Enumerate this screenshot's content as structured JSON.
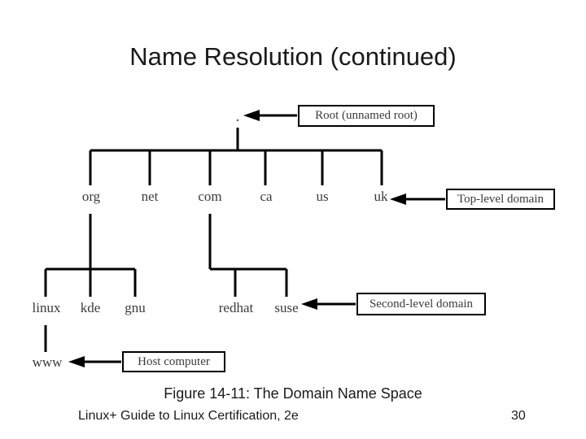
{
  "slide": {
    "title": "Name Resolution (continued)",
    "background_color": "#ffffff",
    "text_color": "#1a1a1a",
    "line_color": "#000000"
  },
  "diagram": {
    "type": "tree",
    "name": "domain-name-space-tree",
    "root": {
      "label": ".",
      "callout": "Root (unnamed root)"
    },
    "top_level": {
      "callout": "Top-level domain",
      "nodes": [
        {
          "label": "org"
        },
        {
          "label": "net"
        },
        {
          "label": "com"
        },
        {
          "label": "ca"
        },
        {
          "label": "us"
        },
        {
          "label": "uk"
        }
      ]
    },
    "second_level": {
      "callout": "Second-level domain",
      "nodes": [
        {
          "label": "linux",
          "parent": "org"
        },
        {
          "label": "kde",
          "parent": "org"
        },
        {
          "label": "gnu",
          "parent": "org"
        },
        {
          "label": "redhat",
          "parent": "com"
        },
        {
          "label": "suse",
          "parent": "com"
        }
      ]
    },
    "host_level": {
      "callout": "Host computer",
      "nodes": [
        {
          "label": "www",
          "parent": "linux"
        }
      ]
    }
  },
  "footer": {
    "figure_caption": "Figure 14-11: The Domain Name Space",
    "source": "Linux+ Guide to Linux Certification, 2e",
    "page_number": "30"
  }
}
